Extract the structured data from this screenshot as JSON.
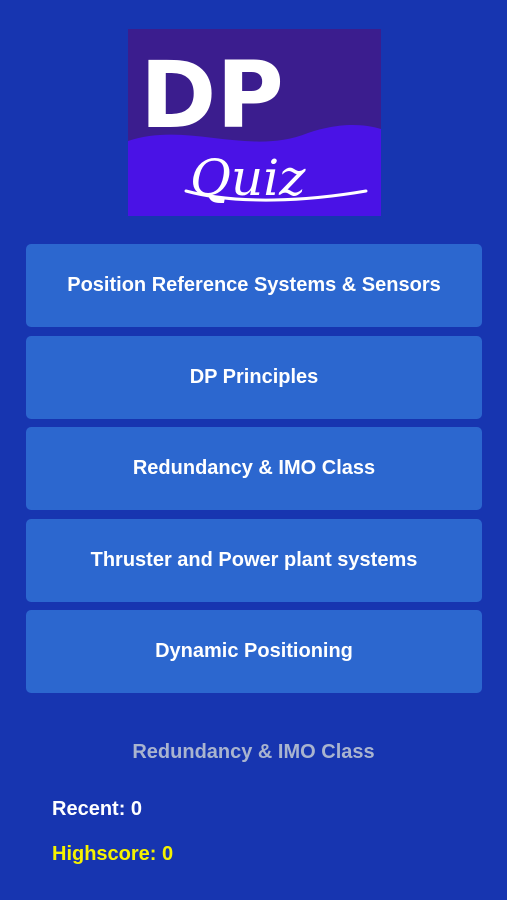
{
  "logo": {
    "title": "DP",
    "subtitle": "Quiz",
    "colors": {
      "top": "#3b1d8e",
      "bottom": "#4a12e6",
      "text": "#ffffff"
    }
  },
  "menu": {
    "items": [
      {
        "label": "Position Reference Systems & Sensors"
      },
      {
        "label": "DP Principles"
      },
      {
        "label": "Redundancy & IMO Class"
      },
      {
        "label": "Thruster and Power plant systems"
      },
      {
        "label": "Dynamic Positioning"
      }
    ]
  },
  "selected_category": "Redundancy & IMO Class",
  "stats": {
    "recent_label": "Recent: 0",
    "highscore_label": "Highscore: 0"
  },
  "colors": {
    "background": "#1735b0",
    "button": "#2c67cf",
    "highscore": "#f5f200",
    "muted_text": "#a9b4cf"
  }
}
